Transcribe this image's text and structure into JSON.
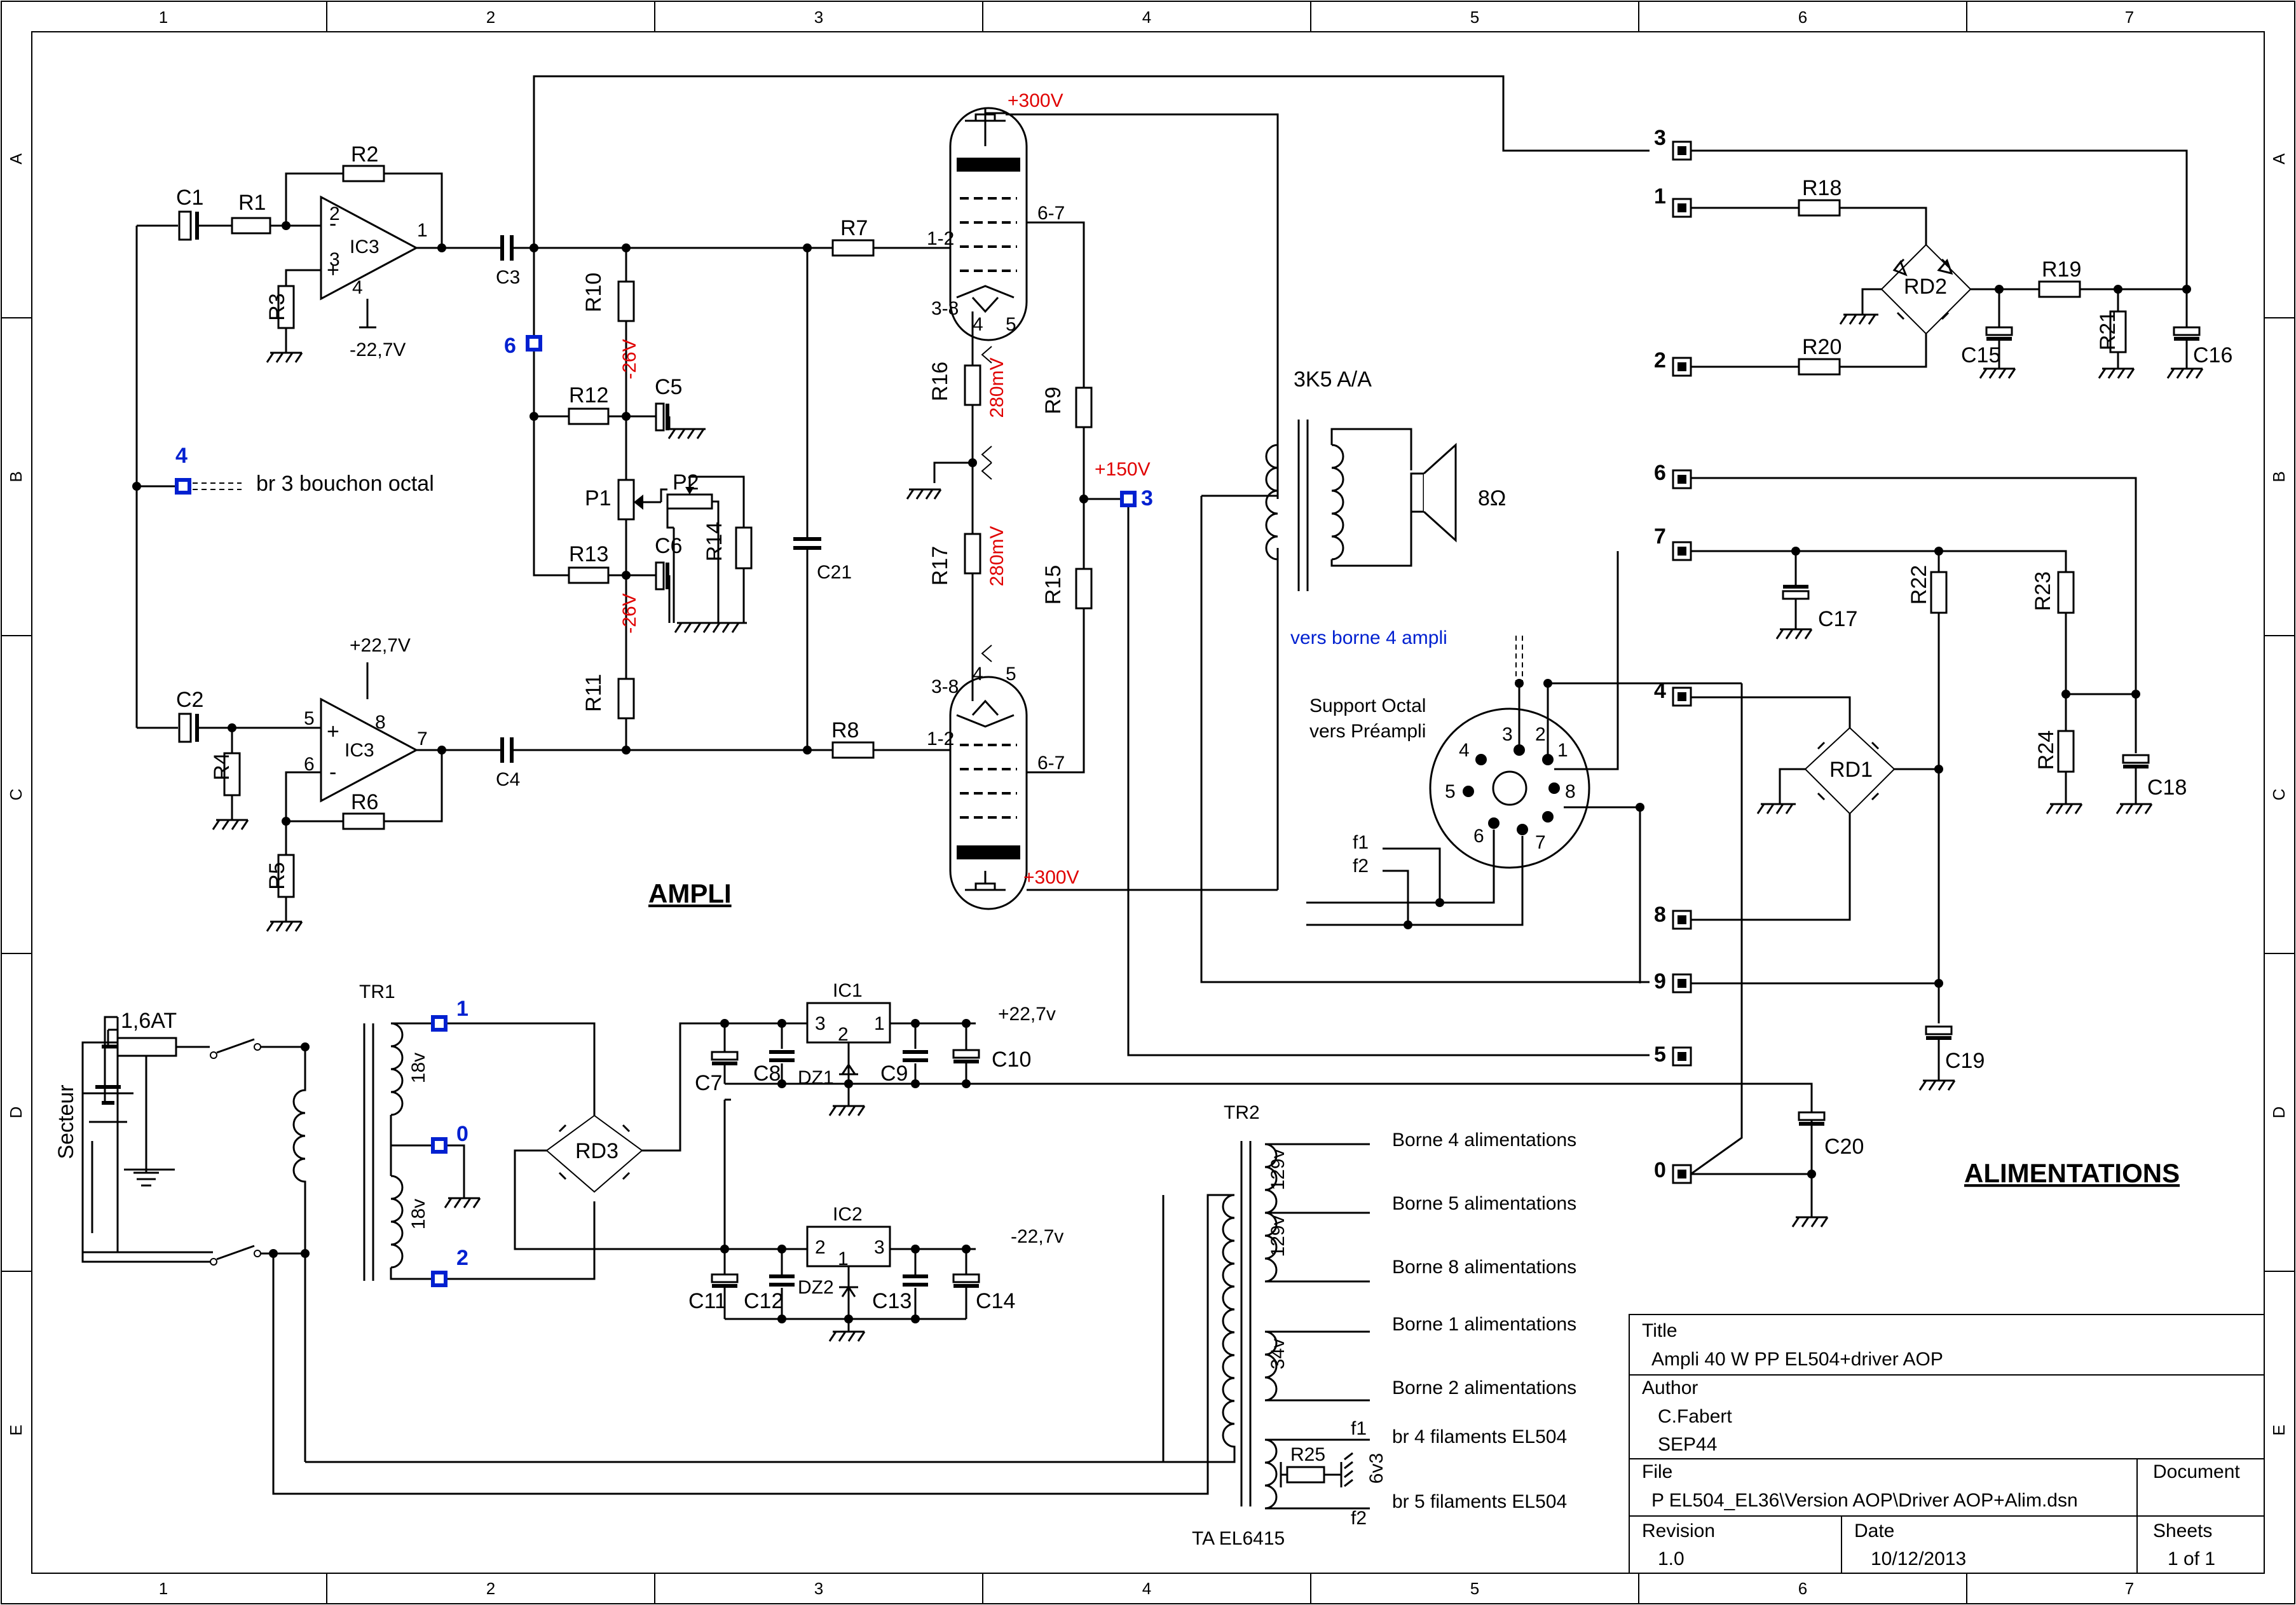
{
  "frame": {
    "columns": [
      "1",
      "2",
      "3",
      "4",
      "5",
      "6",
      "7"
    ],
    "rows": [
      "A",
      "B",
      "C",
      "D",
      "E"
    ]
  },
  "headings": {
    "ampli": "AMPLI",
    "alimentations": "ALIMENTATIONS"
  },
  "components": {
    "C1": "C1",
    "C2": "C2",
    "C3": "C3",
    "C4": "C4",
    "C5": "C5",
    "C6": "C6",
    "C7": "C7",
    "C8": "C8",
    "C9": "C9",
    "C10": "C10",
    "C11": "C11",
    "C12": "C12",
    "C13": "C13",
    "C14": "C14",
    "C15": "C15",
    "C16": "C16",
    "C17": "C17",
    "C18": "C18",
    "C19": "C19",
    "C20": "C20",
    "C21": "C21",
    "R1": "R1",
    "R2": "R2",
    "R3": "R3",
    "R4": "R4",
    "R5": "R5",
    "R6": "R6",
    "R7": "R7",
    "R8": "R8",
    "R9": "R9",
    "R10": "R10",
    "R11": "R11",
    "R12": "R12",
    "R13": "R13",
    "R14": "R14",
    "R15": "R15",
    "R16": "R16",
    "R17": "R17",
    "R18": "R18",
    "R19": "R19",
    "R20": "R20",
    "R21": "R21",
    "R22": "R22",
    "R23": "R23",
    "R24": "R24",
    "R25": "R25",
    "P1": "P1",
    "P2": "P2",
    "IC1": "IC1",
    "IC2": "IC2",
    "IC3": "IC3",
    "RD1": "RD1",
    "RD2": "RD2",
    "RD3": "RD3",
    "DZ1": "DZ1",
    "DZ2": "DZ2",
    "TR1": "TR1",
    "TR2": "TR2"
  },
  "pins": {
    "p1": "1",
    "p2": "2",
    "p3": "3",
    "p4": "4",
    "p5": "5",
    "p6": "6",
    "p7": "7",
    "p8": "8",
    "p12": "1-2",
    "p38": "3-8",
    "p67": "6-7"
  },
  "voltages": {
    "neg_22_7_V": "-22,7V",
    "pos_22_7_V": "+22,7V",
    "plus300": "+300V",
    "plus150": "+150V",
    "neg26": "-26V",
    "mv280": "280mV",
    "reg_pos": "+22,7v",
    "reg_neg": "-22,7v"
  },
  "connectors": {
    "amp_left": {
      "num": "4",
      "label": "br 3 bouchon octal"
    },
    "amp_mid": {
      "num": "6"
    },
    "amp_right": {
      "num": "3"
    },
    "tr1": {
      "n1": "1",
      "n0": "0",
      "n2": "2",
      "s18": "18v"
    }
  },
  "output_transformer": {
    "label": "3K5 A/A",
    "speaker": "8Ω"
  },
  "fuse": "1,6AT",
  "mains": "Secteur",
  "tr2": {
    "label": "TA EL6415",
    "s129": "129v",
    "s34": "34v",
    "s6v3": "6v3",
    "f1": "f1",
    "f2": "f2",
    "outputs": [
      "Borne 4 alimentations",
      "Borne 5 alimentations",
      "Borne 8 alimentations",
      "Borne 1 alimentations",
      "Borne 2 alimentations",
      "br 4 filaments EL504",
      "br 5 filaments EL504"
    ]
  },
  "octal": {
    "title1": "Support Octal",
    "title2": "vers Préampli",
    "note": "vers borne 4 ampli",
    "f1": "f1",
    "f2": "f2"
  },
  "supply_terminals": [
    "3",
    "1",
    "2",
    "6",
    "7",
    "4",
    "8",
    "9",
    "5",
    "0"
  ],
  "title_block": {
    "title_h": "Title",
    "title": "Ampli 40 W PP EL504+driver AOP",
    "author_h": "Author",
    "author1": "C.Fabert",
    "author2": "SEP44",
    "file_h": "File",
    "file": "P EL504_EL36\\Version AOP\\Driver AOP+Alim.dsn",
    "document_h": "Document",
    "revision_h": "Revision",
    "revision": "1.0",
    "date_h": "Date",
    "date": "10/12/2013",
    "sheets_h": "Sheets",
    "sheets": "1 of 1"
  },
  "colors": {
    "wire": "#000000",
    "voltage": "#e00000",
    "connector": "#0020d0"
  }
}
